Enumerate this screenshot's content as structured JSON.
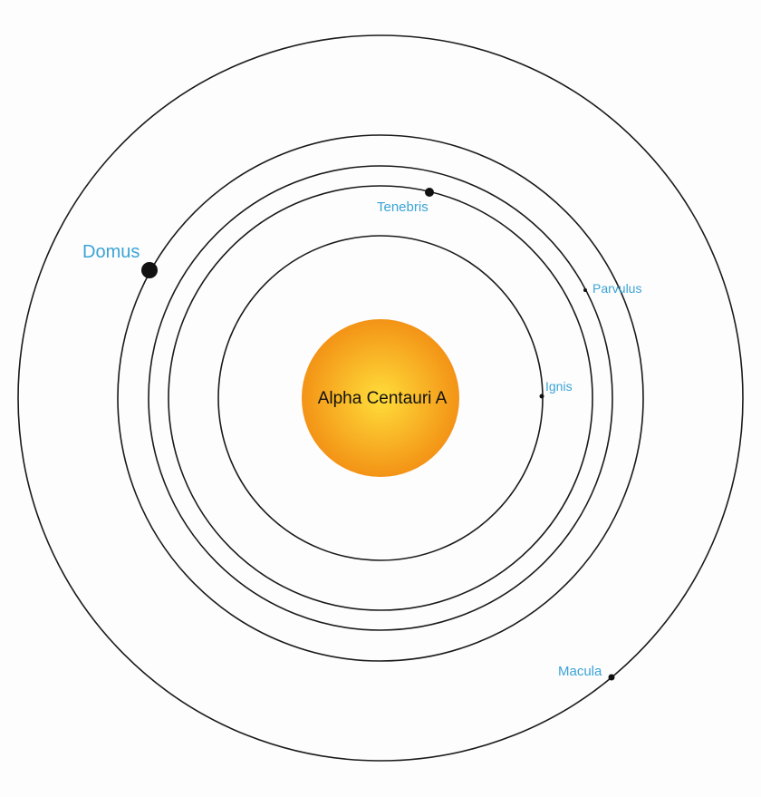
{
  "star": {
    "name": "Alpha Centauri A",
    "gradient_inner": "#ffdd3a",
    "gradient_outer": "#f39316"
  },
  "planets": [
    {
      "id": "ignis",
      "name": "Ignis"
    },
    {
      "id": "tenebris",
      "name": "Tenebris"
    },
    {
      "id": "parvulus",
      "name": "Parvulus"
    },
    {
      "id": "domus",
      "name": "Domus"
    },
    {
      "id": "macula",
      "name": "Macula"
    }
  ],
  "colors": {
    "orbit": "#1a1a1a",
    "planet": "#111111",
    "label": "#3aa3d6"
  }
}
